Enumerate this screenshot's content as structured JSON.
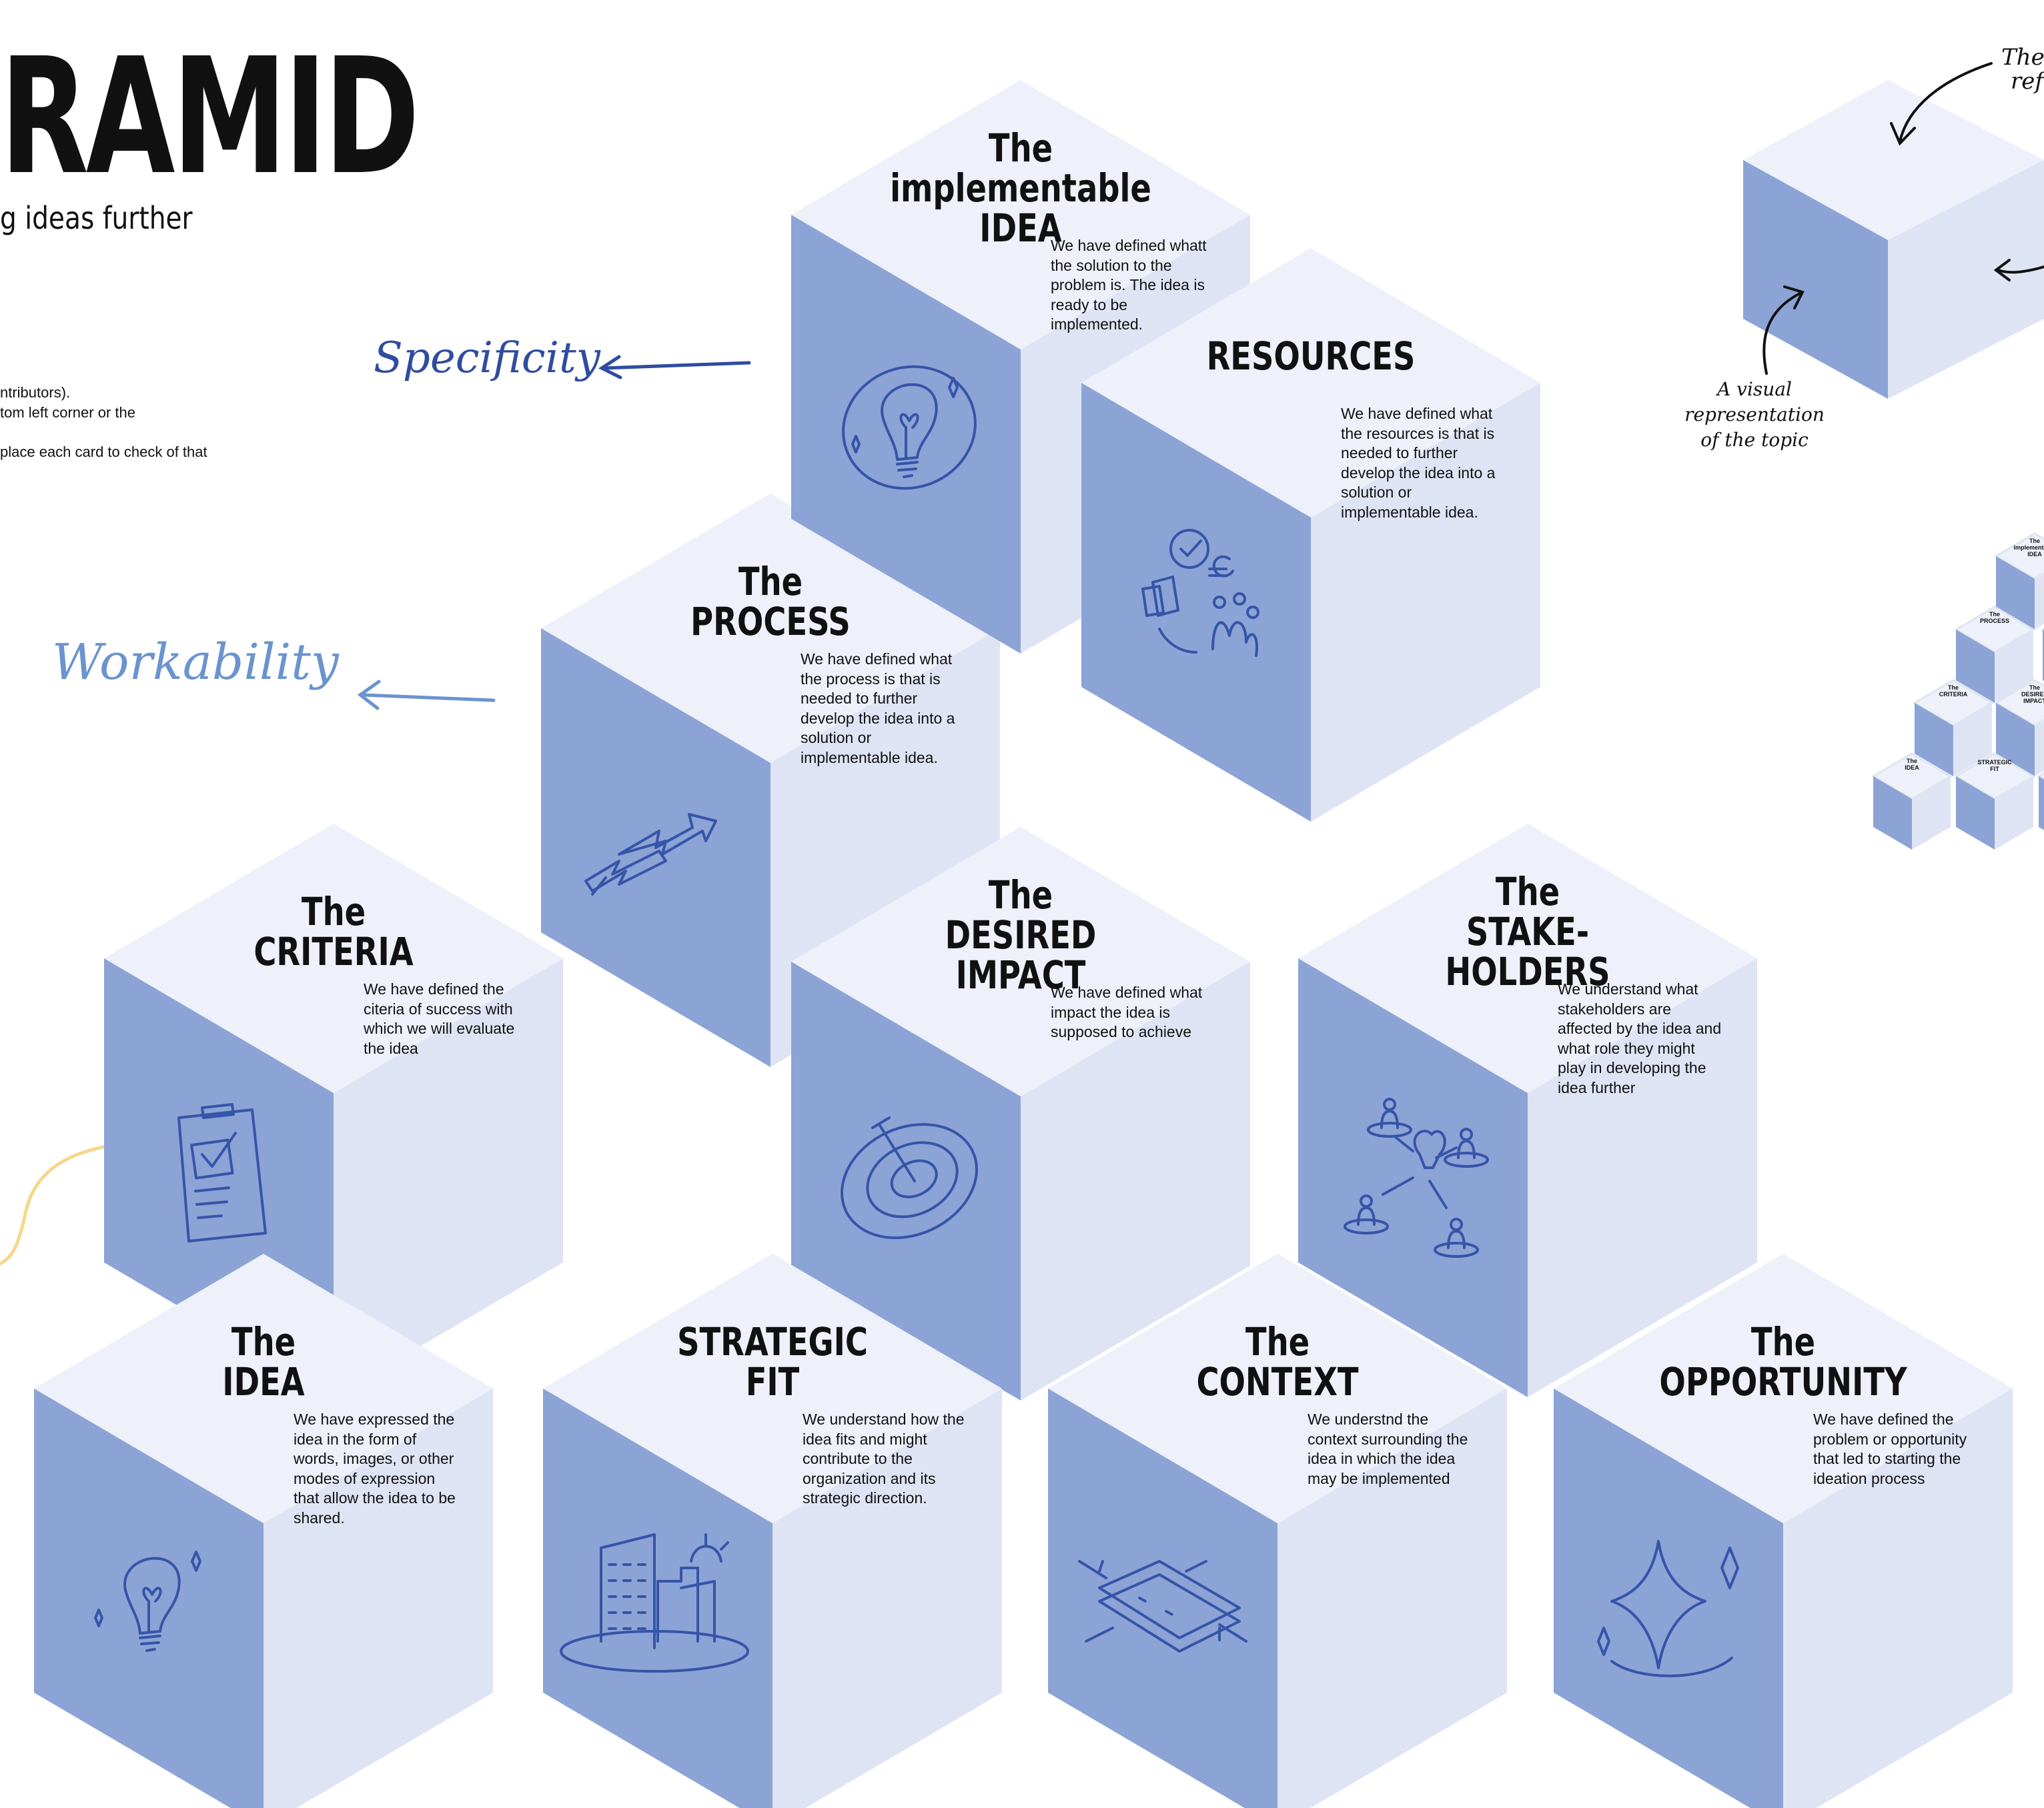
{
  "header": {
    "title": "RAMID",
    "subtitle": "g ideas further",
    "instructions": [
      "ntributors).",
      "tom left corner or the",
      "place each card to check of that"
    ]
  },
  "annotations": {
    "specificity": "Specificity",
    "workability": "Workability"
  },
  "legend": {
    "top_note": [
      "The",
      "ref"
    ],
    "visual_note": [
      "A visual",
      "representation",
      "of the topic"
    ]
  },
  "cubes": [
    {
      "id": "implementable-idea",
      "title": [
        "The",
        "implementable",
        "IDEA"
      ],
      "desc": "We have defined whatt the solution to the problem is. The idea is ready to be implemented.",
      "icon": "lightbulb-ring-icon"
    },
    {
      "id": "resources",
      "title": [
        "RESOURCES"
      ],
      "desc": "We have defined what the resources is that is needed to further develop the idea into a solution or implementable idea.",
      "icon": "resources-icon"
    },
    {
      "id": "process",
      "title": [
        "The",
        "PROCESS"
      ],
      "desc": "We have defined what the process is that is needed to further develop the idea into a solution or implementable idea.",
      "icon": "arrows-icon"
    },
    {
      "id": "criteria",
      "title": [
        "The",
        "CRITERIA"
      ],
      "desc": "We have defined the citeria of success with which we will evaluate the idea",
      "icon": "clipboard-check-icon"
    },
    {
      "id": "desired-impact",
      "title": [
        "The",
        "DESIRED",
        "IMPACT"
      ],
      "desc": "We have defined what impact the idea is supposed to achieve",
      "icon": "target-icon"
    },
    {
      "id": "stakeholders",
      "title": [
        "The",
        "STAKE-",
        "HOLDERS"
      ],
      "desc": "We understand what stakeholders are affected by the idea and what role they might play in developing the idea further",
      "icon": "people-network-icon"
    },
    {
      "id": "idea",
      "title": [
        "The",
        "IDEA"
      ],
      "desc": "We have expressed the idea in the form of words, images, or other modes of expression that allow the idea to be shared.",
      "icon": "lightbulb-icon"
    },
    {
      "id": "strategic-fit",
      "title": [
        "STRATEGIC",
        "FIT"
      ],
      "desc": "We understand how the idea fits and might contribute to the organization and its strategic direction.",
      "icon": "buildings-icon"
    },
    {
      "id": "context",
      "title": [
        "The",
        "CONTEXT"
      ],
      "desc": "We understnd the context surrounding the idea in which the idea may be implemented",
      "icon": "context-plane-icon"
    },
    {
      "id": "opportunity",
      "title": [
        "The",
        "OPPORTUNITY"
      ],
      "desc": "We have defined the problem or opportunity that led to starting the ideation process",
      "icon": "sparkle-icon"
    }
  ],
  "mini": {
    "labels": [
      "The",
      "implementable",
      "IDEA",
      "The",
      "PROCESS",
      "The",
      "CRITERIA",
      "The",
      "DESIRED",
      "IMPACT",
      "The",
      "IDEA",
      "STRATEGIC",
      "FIT"
    ]
  },
  "colors": {
    "top_face": "#eef1fa",
    "left_face": "#8ca4d5",
    "right_face": "#dfe4f4",
    "hex_bg": "#e9f1f4",
    "ink": "#3654a8",
    "annotation_blue": "#2f4ca0",
    "workability_blue": "#6a93cf",
    "yellow_line": "#f4d88a"
  }
}
